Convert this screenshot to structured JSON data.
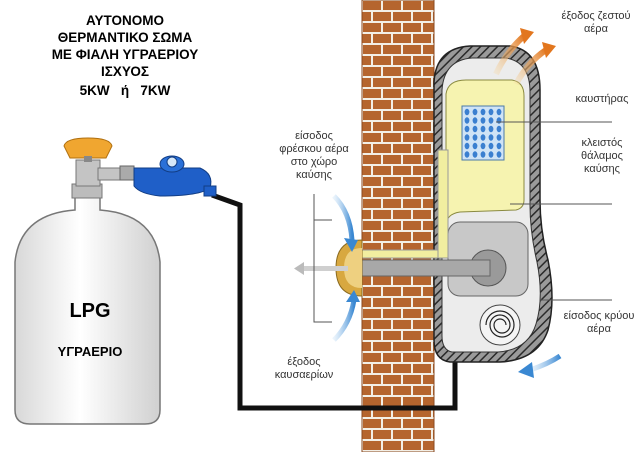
{
  "title": {
    "lines": [
      "ΑΥΤΟΝΟΜΟ",
      "ΘΕΡΜΑΝΤΙΚΟ ΣΩΜΑ",
      "ΜΕ ΦΙΑΛΗ ΥΓΡΑΕΡΙΟΥ",
      "ΙΣΧΥΟΣ",
      "5KW   ή   7KW"
    ]
  },
  "cylinder": {
    "label_main": "LPG",
    "label_sub": "ΥΓΡΑΕΡΙΟ"
  },
  "callouts": {
    "hot_air_out": [
      "έξοδος ζεστού",
      "αέρα"
    ],
    "burner": [
      "καυστήρας"
    ],
    "closed_chamber": [
      "κλειστός",
      "θάλαμος",
      "καύσης"
    ],
    "fresh_air_in": [
      "είσοδος",
      "φρέσκου αέρα",
      "στο χώρο",
      "καύσης"
    ],
    "cold_air_in": [
      "είσοδος κρύου",
      "αέρα"
    ],
    "exhaust_out": [
      "έξοδος",
      "καυσαερίων"
    ]
  },
  "colors": {
    "brick": "#b5652e",
    "mortar": "#f3efe6",
    "chamber": "#f6f3b0",
    "casing": "#ececec",
    "regulator": "#1f5fc8",
    "valve": "#f0a630",
    "pipe": "#111111",
    "arrow_hot": "#e2761e",
    "arrow_cold": "#3a88d2"
  },
  "icons": [
    "gas-cylinder-icon",
    "valve-handwheel-icon",
    "pressure-regulator-icon",
    "fan-icon",
    "burner-grid-icon"
  ]
}
